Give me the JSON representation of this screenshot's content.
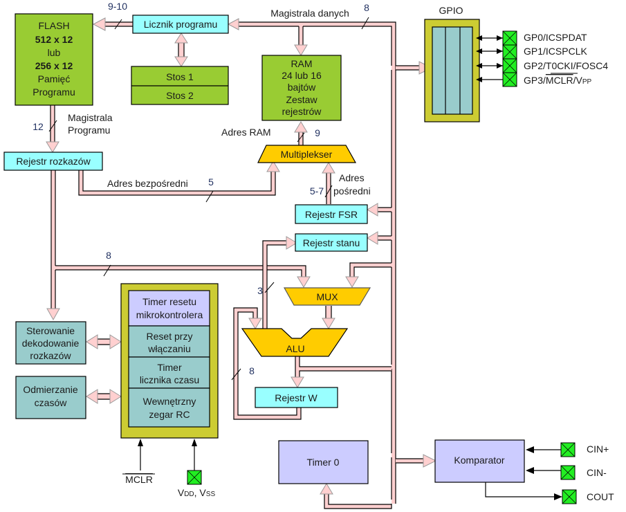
{
  "colors": {
    "green_block": "#99cc33",
    "cyan_register": "#99ffff",
    "teal_block": "#99cccc",
    "lavender_block": "#ccccff",
    "olive_frame": "#cccc33",
    "orange_unit": "#ffcc00",
    "bus_pink": "#ffd0d0",
    "pin_green": "#22ee22"
  },
  "blocks": {
    "flash": {
      "line1": "FLASH",
      "line2": "512 x 12",
      "line3": "lub",
      "line4": "256 x 12",
      "line5": "Pamięć",
      "line6": "Programu"
    },
    "program_counter": "Licznik programu",
    "stack1": "Stos 1",
    "stack2": "Stos 2",
    "ram": {
      "line1": "RAM",
      "line2": "24 lub 16",
      "line3": "bajtów",
      "line4": "Zestaw",
      "line5": "rejestrów"
    },
    "instruction_register": "Rejestr rozkazów",
    "multiplexer": "Multiplekser",
    "fsr_register": "Rejestr FSR",
    "status_register": "Rejestr stanu",
    "mux": "MUX",
    "alu": "ALU",
    "w_register": "Rejestr W",
    "decode_control": {
      "line1": "Sterowanie",
      "line2": "dekodowanie",
      "line3": "rozkazów"
    },
    "timing": {
      "line1": "Odmierzanie",
      "line2": "czasów"
    },
    "reset_timer": {
      "line1": "Timer resetu",
      "line2": "mikrokontrolera"
    },
    "power_on_reset": {
      "line1": "Reset przy",
      "line2": "włączaniu"
    },
    "watchdog": {
      "line1": "Timer",
      "line2": "licznika czasu"
    },
    "internal_rc": {
      "line1": "Wewnętrzny",
      "line2": "zegar RC"
    },
    "timer0": "Timer 0",
    "comparator": "Komparator",
    "gpio": "GPIO"
  },
  "labels": {
    "data_bus": "Magistrala danych",
    "program_bus_1": "Magistrala",
    "program_bus_2": "Programu",
    "ram_address": "Adres RAM",
    "direct_address": "Adres bezpośredni",
    "indirect_address_1": "Adres",
    "indirect_address_2": "pośredni"
  },
  "bus_widths": {
    "pc_to_flash": "9-10",
    "data_bus": "8",
    "program_bus": "12",
    "ram_address": "9",
    "direct_address": "5",
    "indirect_address": "5-7",
    "literal_bus": "8",
    "status_bits": "3",
    "w_feedback": "8"
  },
  "pins": {
    "gp0": "GP0/ICSPDAT",
    "gp1": "GP1/ICSPCLK",
    "gp2": "GP2/T0CKI/FOSC4",
    "gp3_prefix": "GP3/",
    "gp3_overline": "MCLR",
    "gp3_suffix": "/V",
    "gp3_sub": "PP",
    "mclr": "MCLR",
    "vdd_v": "V",
    "vdd_sub": "DD",
    "vdd_sep": ", V",
    "vss_sub": "SS",
    "cin_plus": "CIN+",
    "cin_minus": "CIN-",
    "cout": "COUT"
  }
}
